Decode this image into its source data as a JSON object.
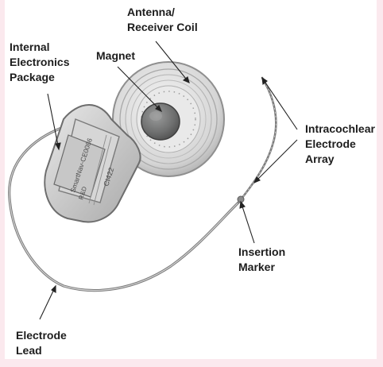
{
  "labels": {
    "antenna": [
      "Antenna/",
      "Receiver Coil"
    ],
    "internal": [
      "Internal",
      "Electronics",
      "Package"
    ],
    "magnet": [
      "Magnet"
    ],
    "intracochlear": [
      "Intracochlear",
      "Electrode",
      "Array"
    ],
    "insertion": [
      "Insertion",
      "Marker"
    ],
    "lead": [
      "Electrode",
      "Lead"
    ]
  },
  "device_text": {
    "model": "CI422",
    "line1": "SmartNav-CE0086",
    "line2": "R&D"
  },
  "colors": {
    "page_background": "#fbe9ee",
    "panel_background": "#ffffff",
    "label_text": "#1d1d1d",
    "device_metal": "#d9d9d9",
    "magnet": "#6f7070"
  }
}
